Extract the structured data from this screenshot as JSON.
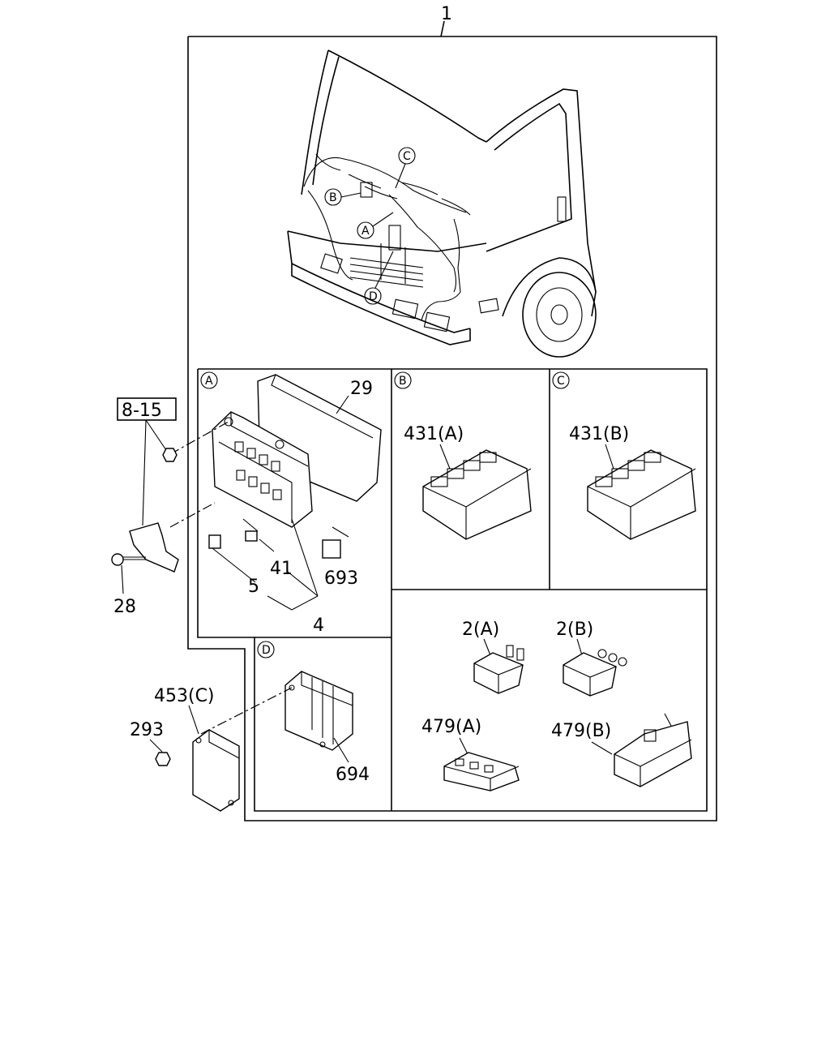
{
  "callouts": {
    "assembly": "1",
    "ref_box": "8-15",
    "bracket_bolt": "28",
    "fuse_cover": "29",
    "fuse_box_assy": "4",
    "fuse_small": "5",
    "fuse_mini": "41",
    "relay_693": "693",
    "conn_431a": "431(A)",
    "conn_431b": "431(B)",
    "relay_2a": "2(A)",
    "relay_2b": "2(B)",
    "conn_479a": "479(A)",
    "conn_479b": "479(B)",
    "module_453c": "453(C)",
    "nut_293": "293",
    "module_694": "694"
  },
  "detail_markers": {
    "a": "A",
    "b": "B",
    "c": "C",
    "d": "D"
  }
}
